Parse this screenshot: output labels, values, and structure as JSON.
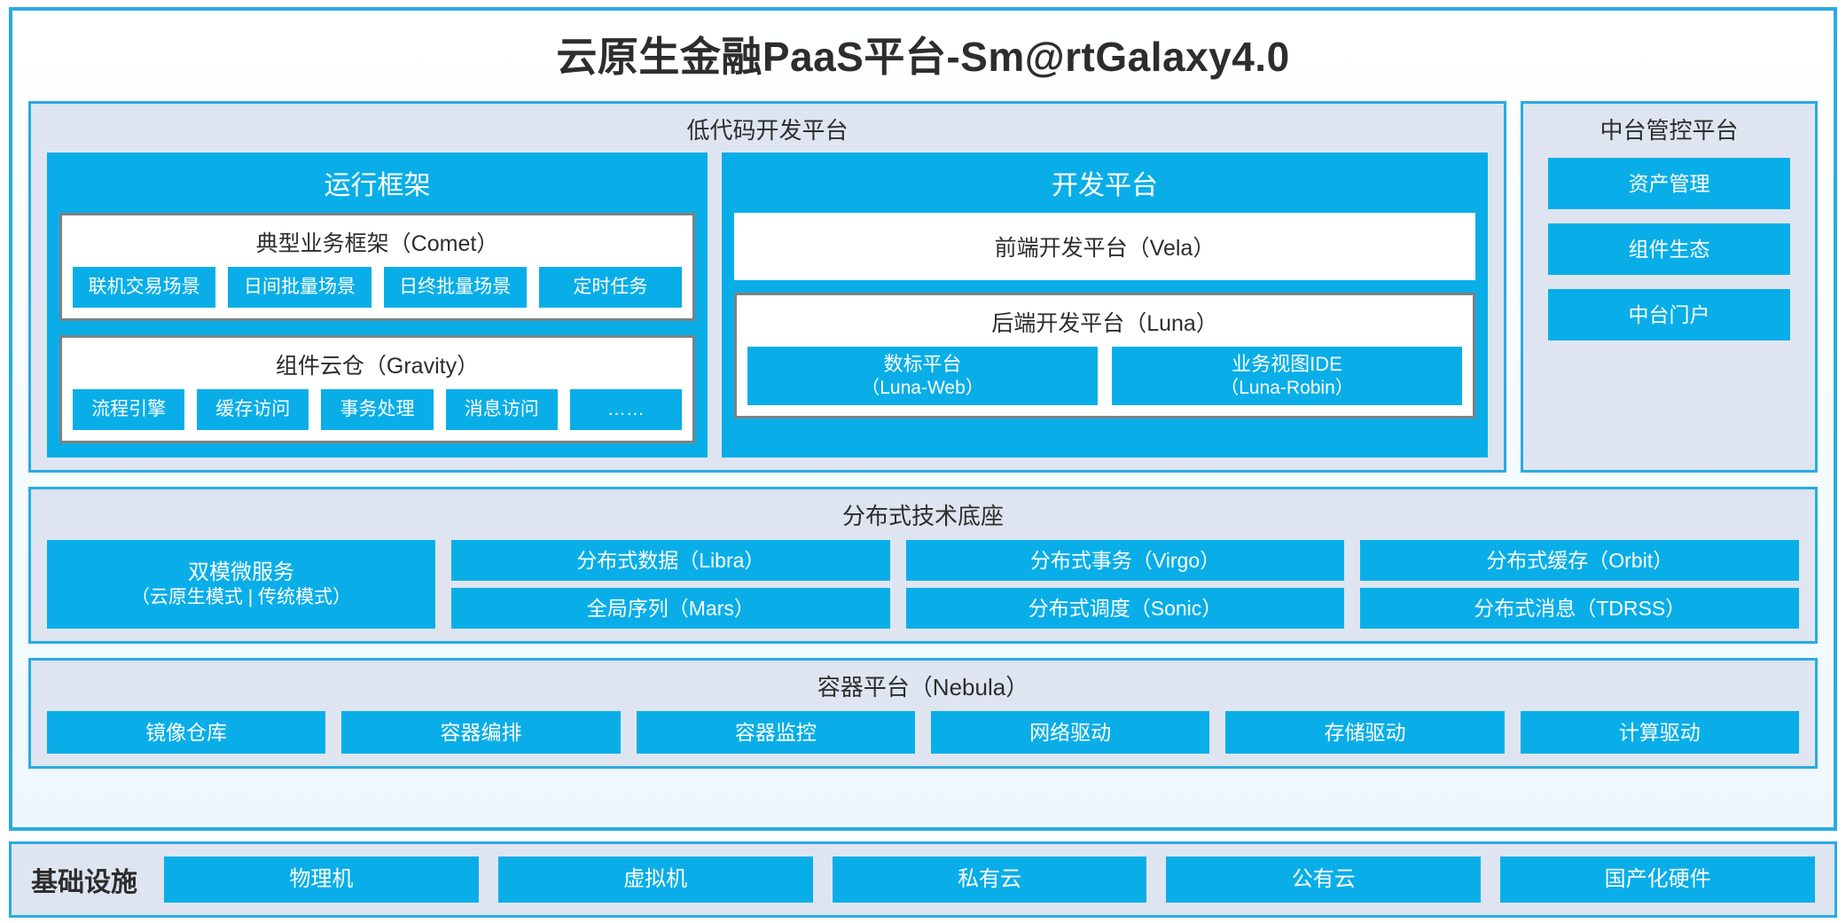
{
  "title": "云原生金融PaaS平台-Sm@rtGalaxy4.0",
  "colors": {
    "accent_blue": "#09AEE8",
    "border_blue": "#29ABE2",
    "panel_fill": "#DEE5F0",
    "card_border_gray": "#808080",
    "text_dark": "#2D2D2D"
  },
  "lowcode": {
    "title": "低代码开发平台",
    "runtime": {
      "title": "运行框架",
      "comet": {
        "title": "典型业务框架（Comet）",
        "items": [
          "联机交易场景",
          "日间批量场景",
          "日终批量场景",
          "定时任务"
        ]
      },
      "gravity": {
        "title": "组件云仓（Gravity）",
        "items": [
          "流程引擎",
          "缓存访问",
          "事务处理",
          "消息访问",
          "……"
        ]
      }
    },
    "devplatform": {
      "title": "开发平台",
      "vela": "前端开发平台（Vela）",
      "luna": {
        "title": "后端开发平台（Luna）",
        "items": [
          {
            "name": "数标平台",
            "sub": "（Luna-Web）"
          },
          {
            "name": "业务视图IDE",
            "sub": "（Luna-Robin）"
          }
        ]
      }
    }
  },
  "control_platform": {
    "title": "中台管控平台",
    "items": [
      "资产管理",
      "组件生态",
      "中台门户"
    ]
  },
  "distributed": {
    "title": "分布式技术底座",
    "main": {
      "name": "双模微服务",
      "sub": "（云原生模式 | 传统模式）"
    },
    "columns": [
      [
        "分布式数据（Libra）",
        "全局序列（Mars）"
      ],
      [
        "分布式事务（Virgo）",
        "分布式调度（Sonic）"
      ],
      [
        "分布式缓存（Orbit）",
        "分布式消息（TDRSS）"
      ]
    ]
  },
  "container": {
    "title": "容器平台（Nebula）",
    "items": [
      "镜像仓库",
      "容器编排",
      "容器监控",
      "网络驱动",
      "存储驱动",
      "计算驱动"
    ]
  },
  "infrastructure": {
    "label": "基础设施",
    "items": [
      "物理机",
      "虚拟机",
      "私有云",
      "公有云",
      "国产化硬件"
    ]
  }
}
